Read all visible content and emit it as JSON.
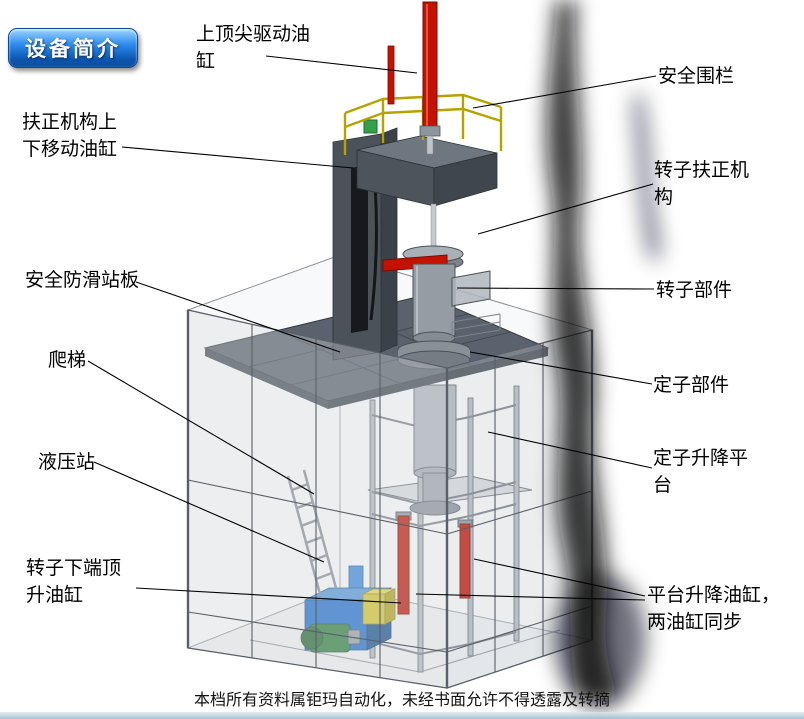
{
  "badge": {
    "label": "设备简介"
  },
  "annotations": {
    "top_drive_cylinder": "上顶尖驱动油缸",
    "safety_fence": "安全围栏",
    "centering_mechanism_cylinder": "扶正机构上下移动油缸",
    "rotor_centering_mechanism": "转子扶正机构",
    "anti_slip_platform": "安全防滑站板",
    "rotor_component": "转子部件",
    "ladder": "爬梯",
    "stator_component": "定子部件",
    "hydraulic_station": "液压站",
    "stator_lifting_platform": "定子升降平台",
    "rotor_bottom_jack_cylinder": "转子下端顶升油缸",
    "platform_lifting_cylinders": "平台升降油缸，两油缸同步"
  },
  "footer": {
    "notice": "本档所有资料属钜玛自动化，未经书面允许不得透露及转摘"
  },
  "colors": {
    "accent_blue": "#1f7fe8",
    "cylinder_red": "#c41200",
    "railing_yellow": "#b5a300",
    "frame_gray": "#5a626d"
  }
}
